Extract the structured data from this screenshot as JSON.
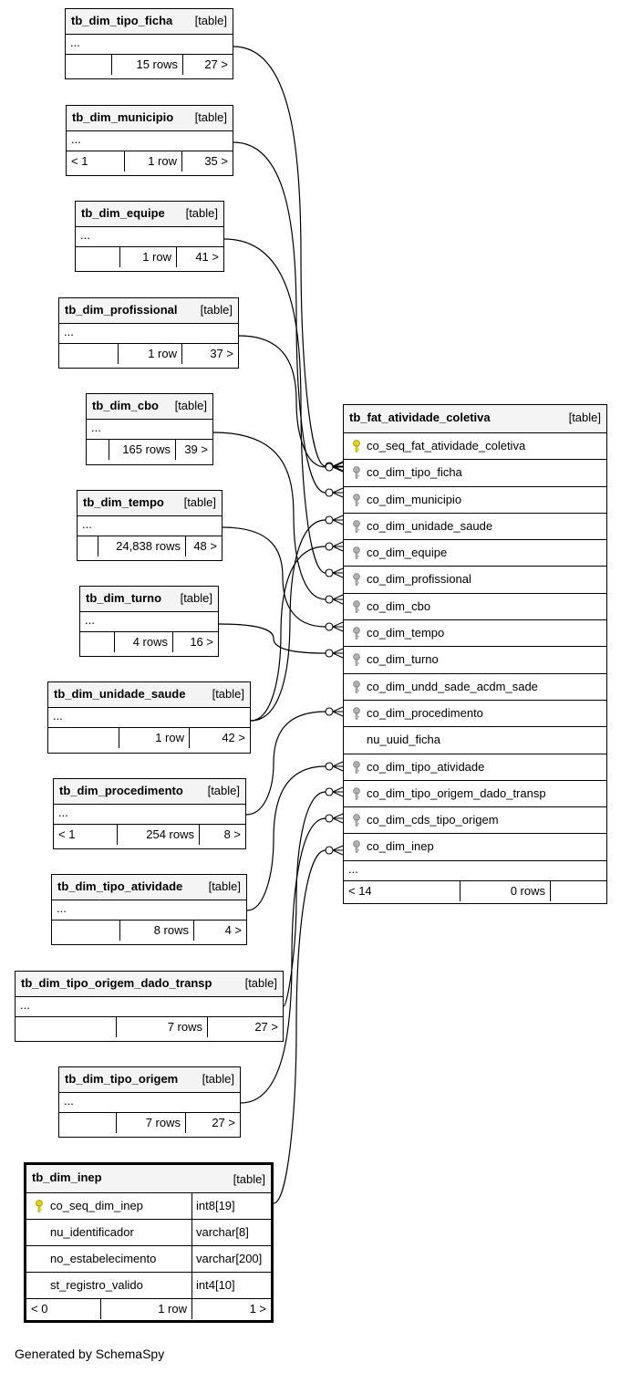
{
  "fact": {
    "name": "tb_fat_atividade_coletiva",
    "tag": "[table]",
    "columns": [
      {
        "name": "co_seq_fat_atividade_coletiva",
        "key": "primary"
      },
      {
        "name": "co_dim_tipo_ficha",
        "key": "foreign"
      },
      {
        "name": "co_dim_municipio",
        "key": "foreign"
      },
      {
        "name": "co_dim_unidade_saude",
        "key": "foreign"
      },
      {
        "name": "co_dim_equipe",
        "key": "foreign"
      },
      {
        "name": "co_dim_profissional",
        "key": "foreign"
      },
      {
        "name": "co_dim_cbo",
        "key": "foreign"
      },
      {
        "name": "co_dim_tempo",
        "key": "foreign"
      },
      {
        "name": "co_dim_turno",
        "key": "foreign"
      },
      {
        "name": "co_dim_undd_sade_acdm_sade",
        "key": "foreign"
      },
      {
        "name": "co_dim_procedimento",
        "key": "foreign"
      },
      {
        "name": "nu_uuid_ficha",
        "key": "none"
      },
      {
        "name": "co_dim_tipo_atividade",
        "key": "foreign"
      },
      {
        "name": "co_dim_tipo_origem_dado_transp",
        "key": "foreign"
      },
      {
        "name": "co_dim_cds_tipo_origem",
        "key": "foreign"
      },
      {
        "name": "co_dim_inep",
        "key": "foreign"
      }
    ],
    "ellipsis": "...",
    "footer": [
      "< 14",
      "0 rows",
      ""
    ]
  },
  "tables": [
    {
      "name": "tb_dim_tipo_ficha",
      "tag": "[table]",
      "ellipsis": "...",
      "footer": [
        "",
        "15 rows",
        "27 >"
      ]
    },
    {
      "name": "tb_dim_municipio",
      "tag": "[table]",
      "ellipsis": "...",
      "footer": [
        "< 1",
        "1 row",
        "35 >"
      ]
    },
    {
      "name": "tb_dim_equipe",
      "tag": "[table]",
      "ellipsis": "...",
      "footer": [
        "",
        "1 row",
        "41 >"
      ]
    },
    {
      "name": "tb_dim_profissional",
      "tag": "[table]",
      "ellipsis": "...",
      "footer": [
        "",
        "1 row",
        "37 >"
      ]
    },
    {
      "name": "tb_dim_cbo",
      "tag": "[table]",
      "ellipsis": "...",
      "footer": [
        "",
        "165 rows",
        "39 >"
      ]
    },
    {
      "name": "tb_dim_tempo",
      "tag": "[table]",
      "ellipsis": "...",
      "footer": [
        "",
        "24,838 rows",
        "48 >"
      ]
    },
    {
      "name": "tb_dim_turno",
      "tag": "[table]",
      "ellipsis": "...",
      "footer": [
        "",
        "4 rows",
        "16 >"
      ]
    },
    {
      "name": "tb_dim_unidade_saude",
      "tag": "[table]",
      "ellipsis": "...",
      "footer": [
        "",
        "1 row",
        "42 >"
      ]
    },
    {
      "name": "tb_dim_procedimento",
      "tag": "[table]",
      "ellipsis": "...",
      "footer": [
        "< 1",
        "254 rows",
        "8 >"
      ]
    },
    {
      "name": "tb_dim_tipo_atividade",
      "tag": "[table]",
      "ellipsis": "...",
      "footer": [
        "",
        "8 rows",
        "4 >"
      ]
    },
    {
      "name": "tb_dim_tipo_origem_dado_transp",
      "tag": "[table]",
      "ellipsis": "...",
      "footer": [
        "",
        "7 rows",
        "27 >"
      ]
    },
    {
      "name": "tb_dim_tipo_origem",
      "tag": "[table]",
      "ellipsis": "...",
      "footer": [
        "",
        "7 rows",
        "27 >"
      ]
    }
  ],
  "inep": {
    "name": "tb_dim_inep",
    "tag": "[table]",
    "columns": [
      {
        "name": "co_seq_dim_inep",
        "type": "int8[19]",
        "key": "primary"
      },
      {
        "name": "nu_identificador",
        "type": "varchar[8]",
        "key": "none"
      },
      {
        "name": "no_estabelecimento",
        "type": "varchar[200]",
        "key": "none"
      },
      {
        "name": "st_registro_valido",
        "type": "int4[10]",
        "key": "none"
      }
    ],
    "footer": [
      "< 0",
      "1 row",
      "1 >"
    ]
  },
  "footer_text": "Generated by SchemaSpy",
  "colors": {
    "primary_key": "#e8d400",
    "foreign_key": "#b0b0b0",
    "header_bg": "#f4f4f4"
  }
}
